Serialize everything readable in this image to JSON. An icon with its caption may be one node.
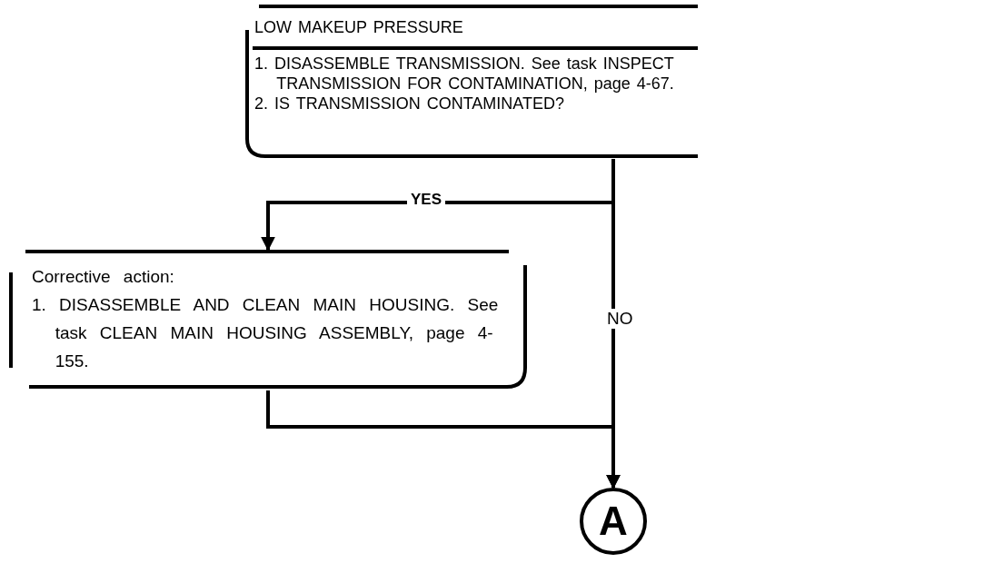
{
  "diagram": {
    "nodes": [
      {
        "text": [
          "LOW MAKEUP PRESSURE",
          "1. DISASSEMBLE TRANSMISSION. See task INSPECT TRANSMISSION FOR CONTAMINATION, page 4-67.",
          "2. IS TRANSMISSION CONTAMINATED?"
        ]
      },
      {
        "text": [
          "Corrective action:",
          "1. DISASSEMBLE AND CLEAN MAIN HOUSING. See task CLEAN MAIN HOUSING ASSEMBLY, page 4-155."
        ]
      },
      {
        "text": [
          "A"
        ]
      }
    ],
    "edges": [
      {
        "from": 0,
        "to": 1,
        "arrow": "to",
        "label": "YES"
      },
      {
        "from": 0,
        "to": 2,
        "arrow": "to",
        "label": "NO"
      },
      {
        "from": 1,
        "to": 2,
        "arrow": "to"
      }
    ]
  }
}
